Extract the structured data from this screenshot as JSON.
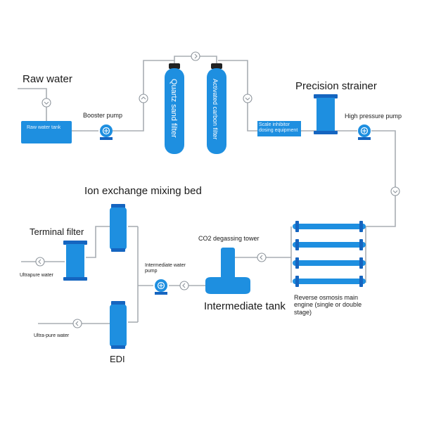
{
  "labels": {
    "raw_water": "Raw water",
    "raw_water_tank": "Raw water tank",
    "booster_pump": "Booster pump",
    "quartz_sand_filter": "Quartz sand filter",
    "activated_carbon_filter": "Activated carbon filter",
    "scale_inhibitor": "Scale inhibitor dosing equipment",
    "precision_strainer": "Precision strainer",
    "high_pressure_pump": "High pressure pump",
    "reverse_osmosis": "Reverse osmosis main engine (single or double stage)",
    "co2_degassing_tower": "CO2 degassing tower",
    "intermediate_tank": "Intermediate tank",
    "intermediate_water_pump": "Intermediate water pump",
    "ion_exchange_mixing_bed": "Ion exchange mixing bed",
    "terminal_filter": "Terminal filter",
    "ultrapure_water": "Ultrapure water",
    "ultra_pure_water": "Ultra-pure water",
    "edi": "EDI"
  },
  "colors": {
    "pipe": "#a8adb3",
    "vessel": "#1e8fe0",
    "vessel_dark": "#1565c0",
    "cap": "#222222",
    "tank_light": "#7cc0f0",
    "text": "#1a1a1a",
    "arrow": "#8e959c"
  }
}
